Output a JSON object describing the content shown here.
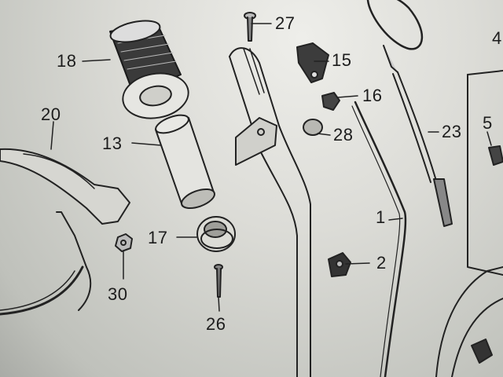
{
  "diagram": {
    "callouts": [
      {
        "id": "c27",
        "label": "27"
      },
      {
        "id": "c18",
        "label": "18"
      },
      {
        "id": "c15",
        "label": "15"
      },
      {
        "id": "c16",
        "label": "16"
      },
      {
        "id": "c20",
        "label": "20"
      },
      {
        "id": "c13",
        "label": "13"
      },
      {
        "id": "c28",
        "label": "28"
      },
      {
        "id": "c23",
        "label": "23"
      },
      {
        "id": "c5",
        "label": "5"
      },
      {
        "id": "c1",
        "label": "1"
      },
      {
        "id": "c17",
        "label": "17"
      },
      {
        "id": "c2",
        "label": "2"
      },
      {
        "id": "c30",
        "label": "30"
      },
      {
        "id": "c26",
        "label": "26"
      },
      {
        "id": "c4",
        "label": "4"
      }
    ]
  }
}
